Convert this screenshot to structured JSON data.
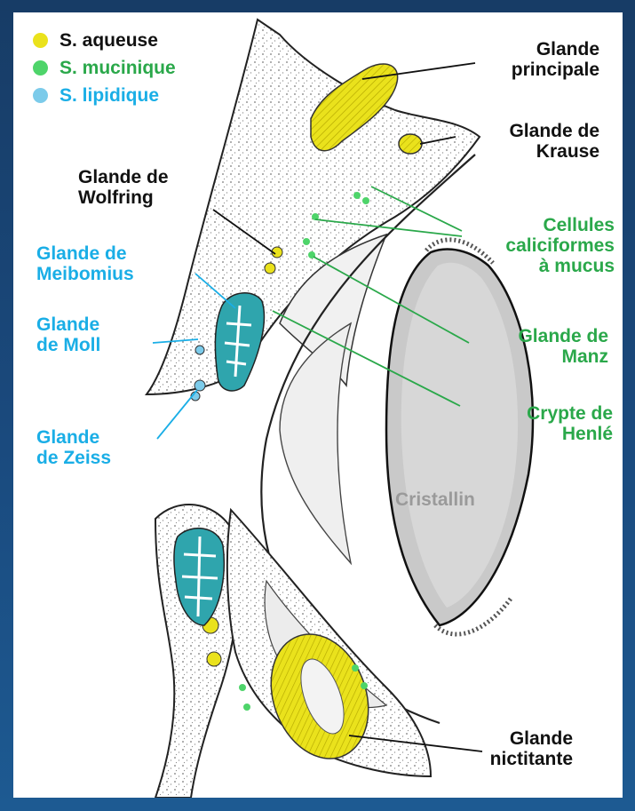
{
  "legend": [
    {
      "label": "S. aqueuse",
      "color": "#eae21c",
      "text_color": "#111111"
    },
    {
      "label": "S. mucinique",
      "color": "#4ed46a",
      "text_color": "#2aa84a"
    },
    {
      "label": "S. lipidique",
      "color": "#7ccbea",
      "text_color": "#1aaee6"
    }
  ],
  "labels": {
    "glande_principale": [
      "Glande",
      "principale"
    ],
    "glande_krause": [
      "Glande de",
      "Krause"
    ],
    "glande_wolfring": [
      "Glande de",
      "Wolfring"
    ],
    "glande_meibomius": [
      "Glande de",
      "Meibomius"
    ],
    "glande_moll": [
      "Glande",
      "de Moll"
    ],
    "glande_zeiss": [
      "Glande",
      "de Zeiss"
    ],
    "cellules_caliciformes": [
      "Cellules",
      "caliciformes",
      "à mucus"
    ],
    "glande_manz": [
      "Glande de",
      "Manz"
    ],
    "crypte_henle": [
      "Crypte de",
      "Henlé"
    ],
    "cristallin": "Cristallin",
    "glande_nictitante": [
      "Glande",
      "nictitante"
    ]
  },
  "colors": {
    "aqueuse": "#eae21c",
    "mucinique": "#4ed46a",
    "lipidique_fill": "#2fa5ad",
    "tissue_stipple": "#8a8a8a",
    "lens": "#d7d7d7",
    "leader_black": "#111111",
    "leader_green": "#2aa84a",
    "leader_blue": "#1aaee6"
  }
}
